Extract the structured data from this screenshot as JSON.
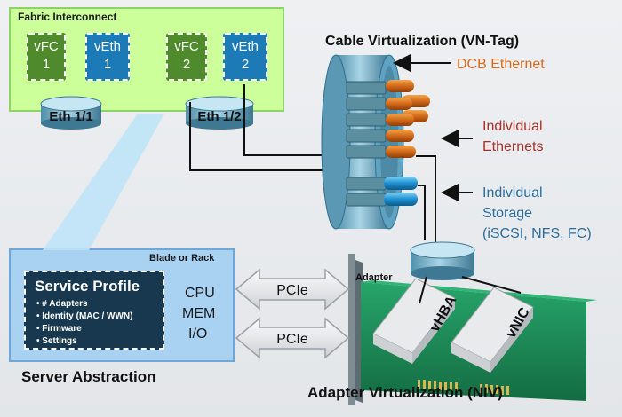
{
  "fabric_interconnect": {
    "title": "Fabric Interconnect",
    "blocks": [
      {
        "label": "vFC",
        "num": "1"
      },
      {
        "label": "vEth",
        "num": "1"
      },
      {
        "label": "vFC",
        "num": "2"
      },
      {
        "label": "vEth",
        "num": "2"
      }
    ],
    "ports": [
      "Eth 1/1",
      "Eth 1/2"
    ]
  },
  "cable_virtualization": {
    "title": "Cable Virtualization (VN-Tag)",
    "dcb_ethernet": "DCB Ethernet",
    "individual_ethernets": [
      "Individual",
      "Ethernets"
    ],
    "individual_storage": [
      "Individual",
      "Storage",
      "(iSCSI, NFS, FC)"
    ]
  },
  "server": {
    "corner_label": "Blade or Rack",
    "service_profile": {
      "title": "Service Profile",
      "bullets": [
        "# Adapters",
        "Identity (MAC / WWN)",
        "Firmware",
        "Settings"
      ]
    },
    "resources": [
      "CPU",
      "MEM",
      "I/O"
    ],
    "caption": "Server Abstraction"
  },
  "pcie": [
    "PCIe",
    "PCIe"
  ],
  "adapter": {
    "label": "Adapter",
    "vhba": "vHBA",
    "vnic": "vNIC",
    "caption": "Adapter Virtualization (NIV)"
  },
  "colors": {
    "fabric_bg": "#ccff99",
    "vfc": "#4f8b2c",
    "veth": "#1c7ab6",
    "dcb_text": "#d9691e",
    "ethernets_text": "#a8302a",
    "storage_text": "#2c6c9c",
    "server_bg": "#a9d2f2",
    "service_profile_bg": "#17384f",
    "adapter_board": "#1d8a58"
  }
}
